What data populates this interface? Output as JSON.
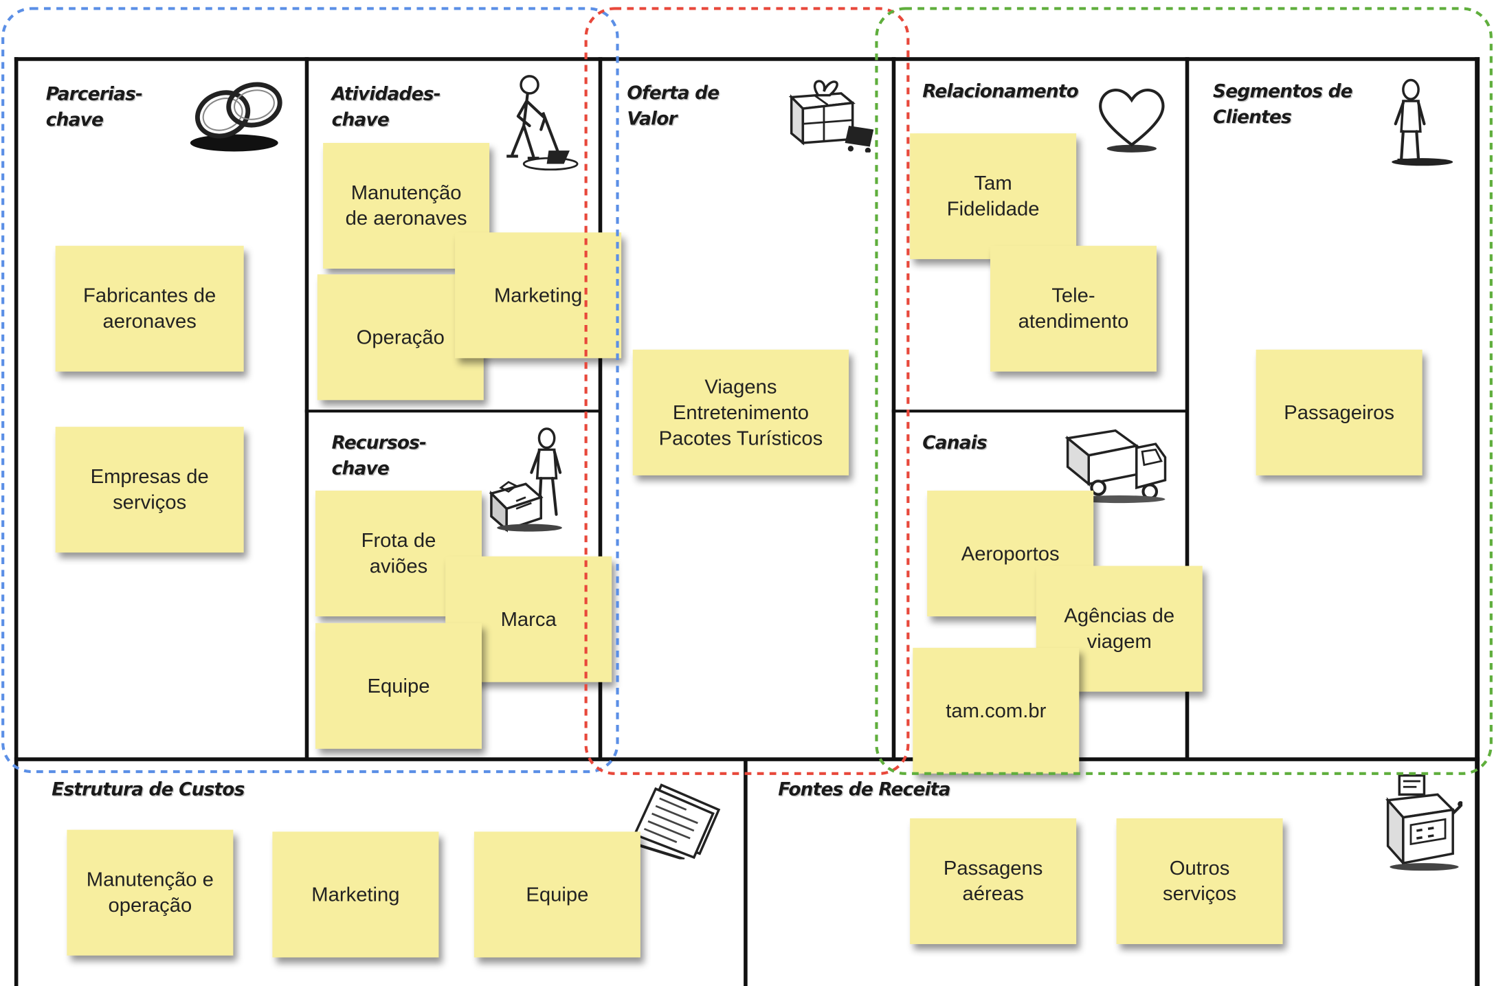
{
  "canvas": {
    "key_partners": {
      "title": "Parcerias-\nchave",
      "icon": "rings-icon",
      "notes": [
        "Fabricantes de\naeronaves",
        "Empresas de\nserviços"
      ]
    },
    "key_activities": {
      "title": "Atividades-\nchave",
      "icon": "person-digging-icon",
      "notes": [
        "Manutenção\nde aeronaves",
        "Operação",
        "Marketing"
      ]
    },
    "key_resources": {
      "title": "Recursos-\nchave",
      "icon": "person-with-machine-icon",
      "notes": [
        "Frota de\naviões",
        "Marca",
        "Equipe"
      ]
    },
    "value_proposition": {
      "title": "Oferta de\nValor",
      "icon": "gift-box-icon",
      "notes": [
        "Viagens\nEntretenimento\nPacotes Turísticos"
      ]
    },
    "customer_relationships": {
      "title": "Relacionamento",
      "icon": "heart-icon",
      "notes": [
        "Tam\nFidelidade",
        "Tele-\natendimento"
      ]
    },
    "channels": {
      "title": "Canais",
      "icon": "truck-icon",
      "notes": [
        "Aeroportos",
        "Agências de\nviagem",
        "tam.com.br"
      ]
    },
    "customer_segments": {
      "title": "Segmentos de\nClientes",
      "icon": "standing-person-icon",
      "notes": [
        "Passageiros"
      ]
    },
    "cost_structure": {
      "title": "Estrutura de Custos",
      "icon": "papers-icon",
      "notes": [
        "Manutenção e\noperação",
        "Marketing",
        "Equipe"
      ]
    },
    "revenue_streams": {
      "title": "Fontes de Receita",
      "icon": "cash-register-icon",
      "notes": [
        "Passagens\naéreas",
        "Outros\nserviços"
      ]
    }
  },
  "colors": {
    "sticky_note": "#f7ee9f",
    "grid_lines": "#111111",
    "group_left": "#5b8fe6",
    "group_center": "#e8483b",
    "group_right": "#5fae3c"
  }
}
